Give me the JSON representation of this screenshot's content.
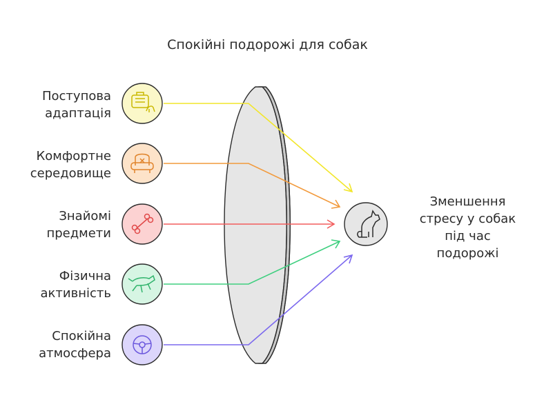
{
  "title": "Спокійні подорожі для собак",
  "inputs": [
    {
      "line1": "Поступова",
      "line2": "адаптація",
      "icon": "pet-carrier-icon",
      "color": "#f2e62a",
      "fill": "#fbf8c9"
    },
    {
      "line1": "Комфортне",
      "line2": "середовище",
      "icon": "armchair-icon",
      "color": "#f29a3c",
      "fill": "#fde3c9"
    },
    {
      "line1": "Знайомі",
      "line2": "предмети",
      "icon": "bone-icon",
      "color": "#f25c5c",
      "fill": "#fcd2d2"
    },
    {
      "line1": "Фізична",
      "line2": "активність",
      "icon": "running-dog-icon",
      "color": "#3ecf7f",
      "fill": "#d6f5e3"
    },
    {
      "line1": "Спокійна",
      "line2": "атмосфера",
      "icon": "steering-wheel-icon",
      "color": "#7b68ee",
      "fill": "#dcd6fb"
    }
  ],
  "result": {
    "lines": [
      "Зменшення",
      "стресу у собак",
      "під час",
      "подорожі"
    ],
    "icon": "sitting-dog-icon"
  }
}
